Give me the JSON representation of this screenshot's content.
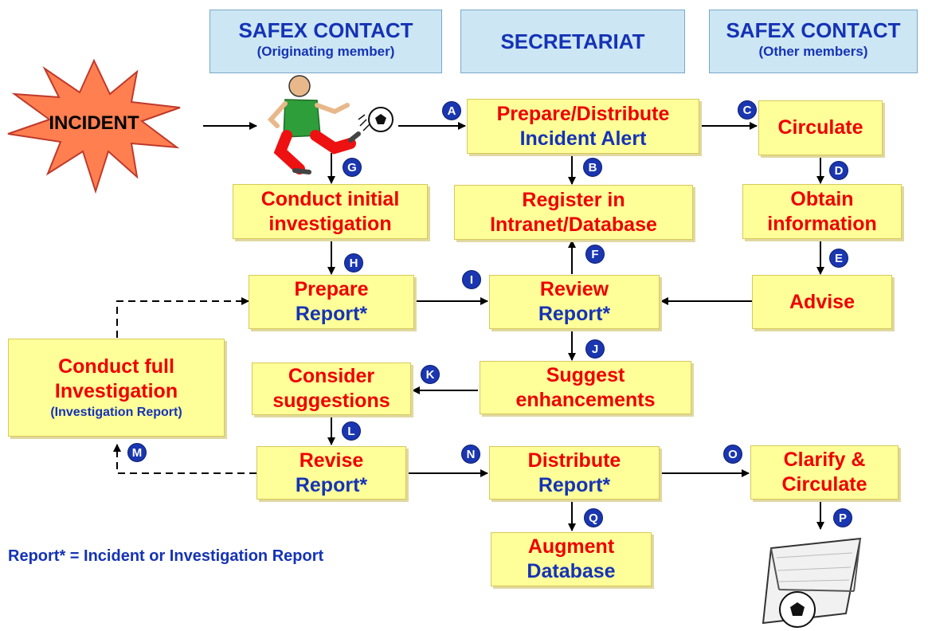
{
  "headers": [
    {
      "title": "SAFEX CONTACT",
      "subtitle": "(Originating member)"
    },
    {
      "title": "SECRETARIAT",
      "subtitle": ""
    },
    {
      "title": "SAFEX CONTACT",
      "subtitle": "(Other members)"
    }
  ],
  "incident": "INCIDENT",
  "boxes": {
    "prepare_alert": {
      "line1": "Prepare/Distribute",
      "line2": "Incident Alert"
    },
    "circulate": {
      "line1": "Circulate"
    },
    "initial_investigation": {
      "line1": "Conduct initial",
      "line2": "investigation"
    },
    "register": {
      "line1": "Register in",
      "line2": "Intranet/Database"
    },
    "obtain_info": {
      "line1": "Obtain",
      "line2": "information"
    },
    "prepare_report": {
      "line1": "Prepare",
      "line2": "Report*"
    },
    "review_report": {
      "line1": "Review",
      "line2": "Report*"
    },
    "advise": {
      "line1": "Advise"
    },
    "full_investigation": {
      "line1": "Conduct full",
      "line2": "Investigation",
      "line3": "(Investigation Report)"
    },
    "consider": {
      "line1": "Consider",
      "line2": "suggestions"
    },
    "suggest": {
      "line1": "Suggest",
      "line2": "enhancements"
    },
    "revise_report": {
      "line1": "Revise",
      "line2": "Report*"
    },
    "distribute_report": {
      "line1": "Distribute",
      "line2": "Report*"
    },
    "clarify": {
      "line1": "Clarify &",
      "line2": "Circulate"
    },
    "augment": {
      "line1": "Augment",
      "line2": "Database"
    }
  },
  "steps": [
    "A",
    "B",
    "C",
    "D",
    "E",
    "F",
    "G",
    "H",
    "I",
    "J",
    "K",
    "L",
    "M",
    "N",
    "O",
    "P",
    "Q"
  ],
  "note": "Report* =  Incident or Investigation Report",
  "colors": {
    "action_text": "#ee0000",
    "report_text": "#1533b5",
    "box_fill": "#ffff99",
    "header_fill": "#cce6f4",
    "badge": "#1a36b0",
    "starburst": "#ff7f50"
  },
  "icons": [
    "starburst-shape",
    "soccer-player-icon",
    "soccer-ball-icon",
    "soccer-goal-icon"
  ]
}
